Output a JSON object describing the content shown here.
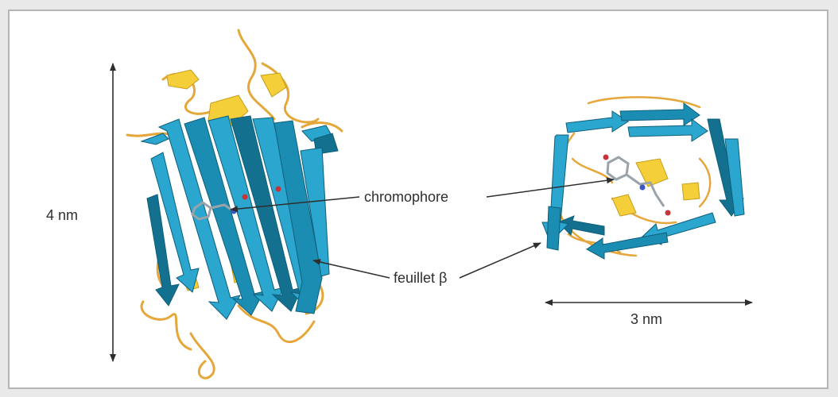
{
  "labels": {
    "height": "4 nm",
    "width": "3 nm",
    "chromophore": "chromophore",
    "beta_sheet": "feuillet β"
  },
  "colors": {
    "strand_blue": "#2aa6cf",
    "strand_dark": "#13708f",
    "helix_yellow": "#f4cf3a",
    "loop_gold": "#e6a73a",
    "text": "#2e2e2e"
  },
  "icons": {
    "side_view": "gfp-beta-barrel-side-view",
    "top_view": "gfp-beta-barrel-top-view"
  }
}
